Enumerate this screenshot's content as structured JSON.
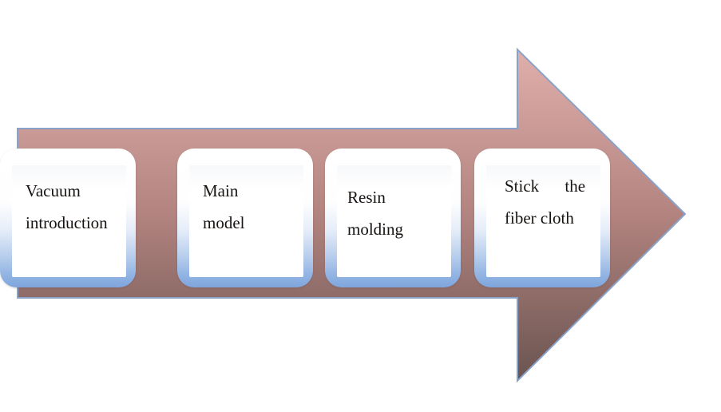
{
  "diagram": {
    "type": "process-flow-right-arrow",
    "direction": "right",
    "arrow": {
      "gradient_top": "#e0afab",
      "gradient_mid": "#b2837f",
      "gradient_bottom": "#6a5450",
      "border_color": "#89a2c9"
    },
    "box_style": {
      "fill_top": "#ffffff",
      "fill_bottom": "#7fa5dc",
      "inner_fill": "#ffffff",
      "text_color": "#161311"
    },
    "steps": [
      {
        "label": "Main model",
        "line1": "Main",
        "line2": "model"
      },
      {
        "label": "Resin molding",
        "line1": "Resin",
        "line2": "molding"
      },
      {
        "label": "Stick the fiber cloth",
        "line1": "Stick the",
        "line2": "fiber cloth"
      },
      {
        "label": "Vacuum introduction",
        "line1": "Vacuum",
        "line2": "introduction"
      }
    ]
  }
}
